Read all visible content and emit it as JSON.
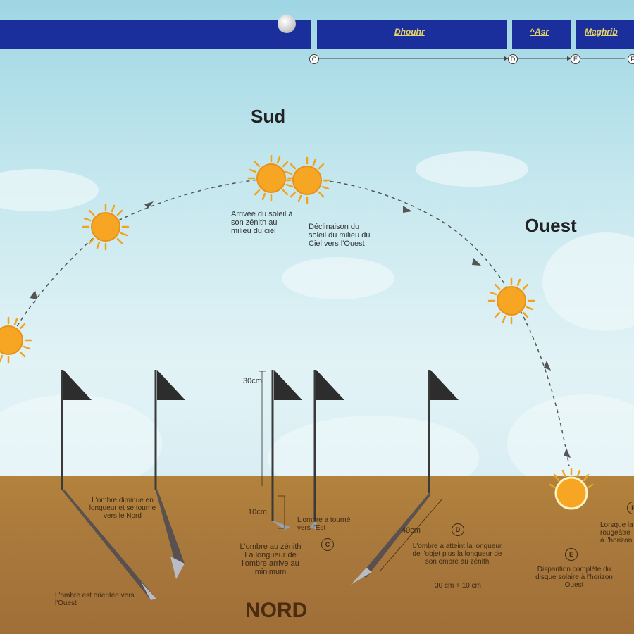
{
  "header": {
    "segments": [
      {
        "label": ""
      },
      {
        "label": "Dhouhr"
      },
      {
        "label": "^Asr"
      },
      {
        "label": "Maghrib"
      }
    ],
    "markers": [
      "C",
      "D",
      "E",
      "F"
    ]
  },
  "directions": {
    "south": "Sud",
    "west": "Ouest",
    "north": "NORD"
  },
  "sky_captions": {
    "zenith": "Arrivée du soleil à son zénith au milieu du ciel",
    "decline": "Déclinaison du soleil du milieu du Ciel vers l'Ouest"
  },
  "measurements": {
    "height": "30cm",
    "shadow_short": "10cm",
    "shadow_long": "40cm"
  },
  "ground_captions": {
    "west_shadow": "L'ombre est orientée vers l'Ouest",
    "shrinks": "L'ombre diminue en longueur et se tourne vers le Nord",
    "zenith_shadow": "L'ombre au zénith La longueur de l'ombre arrive au minimum",
    "turned_east": "L'ombre a tourné vers l'Est",
    "label_c": "C",
    "label_d": "D",
    "asr_shadow": "L'ombre a atteint la longueur de l'objet plus la longueur de son ombre au zénith",
    "asr_formula": "30 cm + 10 cm",
    "label_e": "E",
    "sunset": "Disparition complète du disque solaire à l'horizon Ouest",
    "label_f": "F",
    "partial": "Lorsque la rougeâtre à l'horizon"
  }
}
